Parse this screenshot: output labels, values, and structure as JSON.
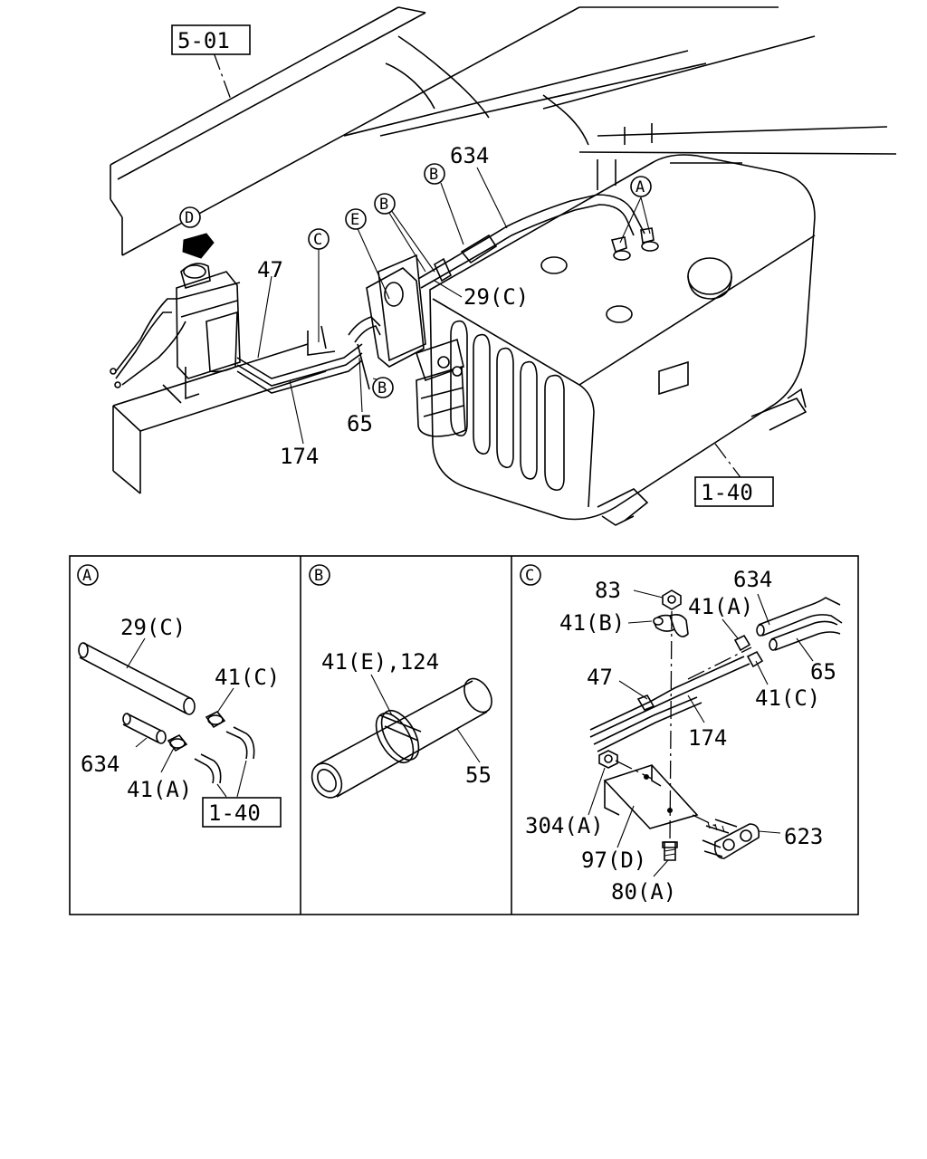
{
  "refs": {
    "ref_5_01": "5-01",
    "ref_1_40_main": "1-40",
    "ref_1_40_a": "1-40"
  },
  "main": {
    "p634": "634",
    "p47": "47",
    "p29c": "29(C)",
    "p65": "65",
    "p174": "174",
    "cA": "A",
    "cB1": "B",
    "cB2": "B",
    "cB3": "B",
    "cC": "C",
    "cD": "D",
    "cE": "E"
  },
  "panel_a": {
    "letter": "A",
    "p29c": "29(C)",
    "p41c": "41(C)",
    "p634": "634",
    "p41a": "41(A)"
  },
  "panel_b": {
    "letter": "B",
    "p41e": "41(E),124",
    "p55": "55"
  },
  "panel_c": {
    "letter": "C",
    "p83": "83",
    "p634": "634",
    "p41a": "41(A)",
    "p41b": "41(B)",
    "p47": "47",
    "p65": "65",
    "p41c": "41(C)",
    "p174": "174",
    "p304a": "304(A)",
    "p623": "623",
    "p97d": "97(D)",
    "p80a": "80(A)"
  }
}
